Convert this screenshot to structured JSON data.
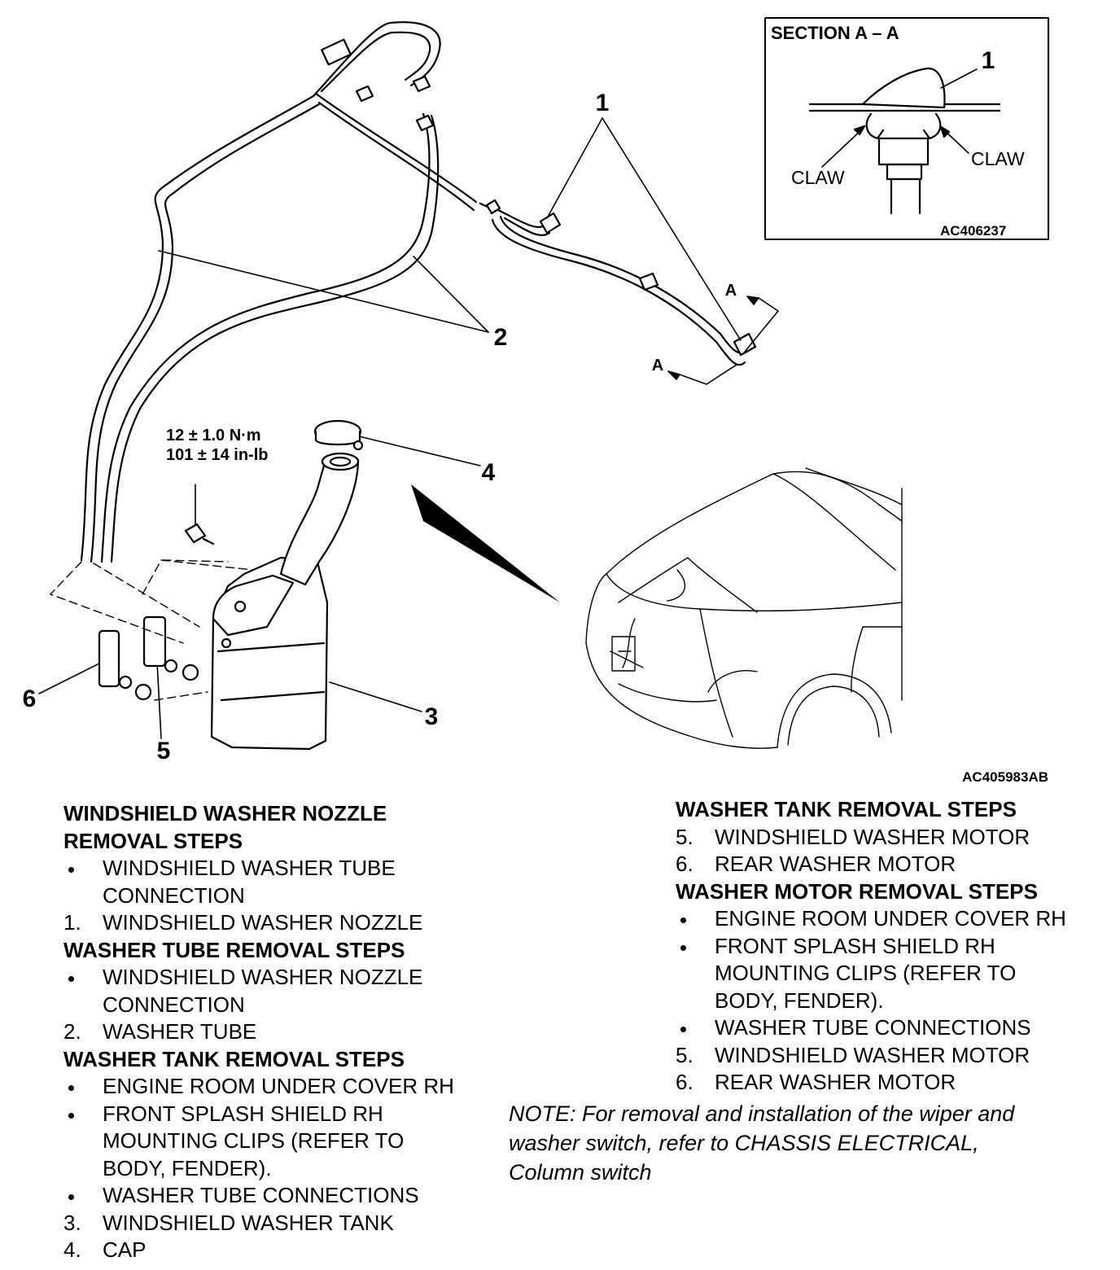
{
  "diagram": {
    "callouts": [
      "1",
      "2",
      "3",
      "4",
      "5",
      "6"
    ],
    "section_markers": [
      "A",
      "A"
    ],
    "torque": {
      "metric": "12 ± 1.0 N·m",
      "imperial": "101 ± 14 in-lb"
    },
    "figure_code": "AC405983AB",
    "inset": {
      "title": "SECTION A – A",
      "callout": "1",
      "claw_left": "CLAW",
      "claw_right": "CLAW",
      "code": "AC406237"
    }
  },
  "left_column": {
    "nozzle_heading_1": "WINDSHIELD WASHER NOZZLE",
    "nozzle_heading_2": "REMOVAL STEPS",
    "nozzle_steps": [
      {
        "marker": "•",
        "line1": "WINDSHIELD WASHER TUBE",
        "line2": "CONNECTION"
      },
      {
        "marker": "1.",
        "line1": "WINDSHIELD WASHER NOZZLE"
      }
    ],
    "tube_heading": "WASHER TUBE REMOVAL STEPS",
    "tube_steps": [
      {
        "marker": "•",
        "line1": "WINDSHIELD WASHER NOZZLE",
        "line2": "CONNECTION"
      },
      {
        "marker": "2.",
        "line1": "WASHER TUBE"
      }
    ],
    "tank_heading": "WASHER TANK REMOVAL STEPS",
    "tank_steps": [
      {
        "marker": "•",
        "line1": "ENGINE ROOM UNDER COVER RH"
      },
      {
        "marker": "•",
        "line1": "FRONT SPLASH SHIELD RH",
        "line2": "MOUNTING CLIPS (REFER TO",
        "line3": "BODY, FENDER)."
      },
      {
        "marker": "•",
        "line1": "WASHER TUBE CONNECTIONS"
      },
      {
        "marker": "3.",
        "line1": "WINDSHIELD WASHER TANK"
      },
      {
        "marker": "4.",
        "line1": "CAP"
      }
    ]
  },
  "right_column": {
    "tank_heading": "WASHER TANK REMOVAL STEPS",
    "tank_steps": [
      {
        "marker": "5.",
        "line1": "WINDSHIELD WASHER MOTOR"
      },
      {
        "marker": "6.",
        "line1": "REAR WASHER MOTOR"
      }
    ],
    "motor_heading": "WASHER MOTOR REMOVAL STEPS",
    "motor_steps": [
      {
        "marker": "•",
        "line1": "ENGINE ROOM UNDER COVER RH"
      },
      {
        "marker": "•",
        "line1": "FRONT SPLASH SHIELD RH",
        "line2": "MOUNTING CLIPS (REFER TO",
        "line3": "BODY, FENDER)."
      },
      {
        "marker": "•",
        "line1": "WASHER TUBE CONNECTIONS"
      },
      {
        "marker": "5.",
        "line1": "WINDSHIELD WASHER MOTOR"
      },
      {
        "marker": "6.",
        "line1": "REAR WASHER MOTOR"
      }
    ]
  },
  "note": {
    "line1": "NOTE: For removal and installation of the wiper and",
    "line2": "washer switch, refer to CHASSIS ELECTRICAL,",
    "line3": "Column switch"
  }
}
